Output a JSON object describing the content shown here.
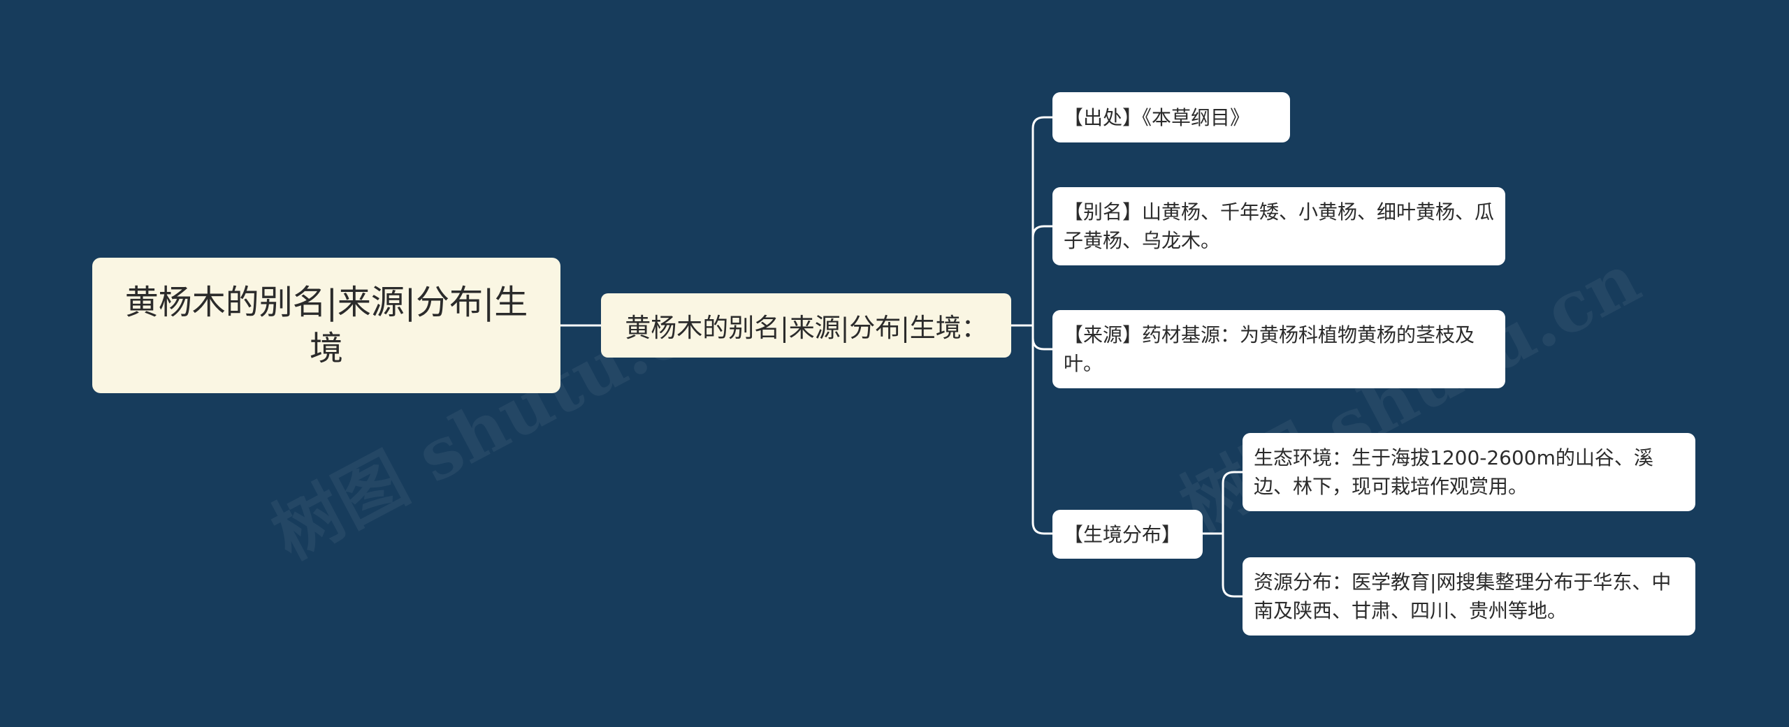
{
  "colors": {
    "background": "#173c5c",
    "root_fill": "#faf6e3",
    "sub_fill": "#faf6e3",
    "leaf_fill": "#ffffff",
    "connector": "#ffffff",
    "watermark": "rgba(255,255,255,0.06)"
  },
  "watermark_text": "树图 shutu.cn",
  "root": {
    "label": "黄杨木的别名|来源|分布|生境"
  },
  "subtopic": {
    "label": "黄杨木的别名|来源|分布|生境："
  },
  "leaves": [
    {
      "label": "【出处】《本草纲目》"
    },
    {
      "label": "【别名】山黄杨、千年矮、小黄杨、细叶黄杨、瓜子黄杨、乌龙木。"
    },
    {
      "label": "【来源】药材基源：为黄杨科植物黄杨的茎枝及叶。"
    },
    {
      "label": "【生境分布】"
    }
  ],
  "distribution_children": [
    {
      "label": "生态环境：生于海拔1200-2600m的山谷、溪边、林下，现可栽培作观赏用。"
    },
    {
      "label": "资源分布：医学教育|网搜集整理分布于华东、中南及陕西、甘肃、四川、贵州等地。"
    }
  ]
}
